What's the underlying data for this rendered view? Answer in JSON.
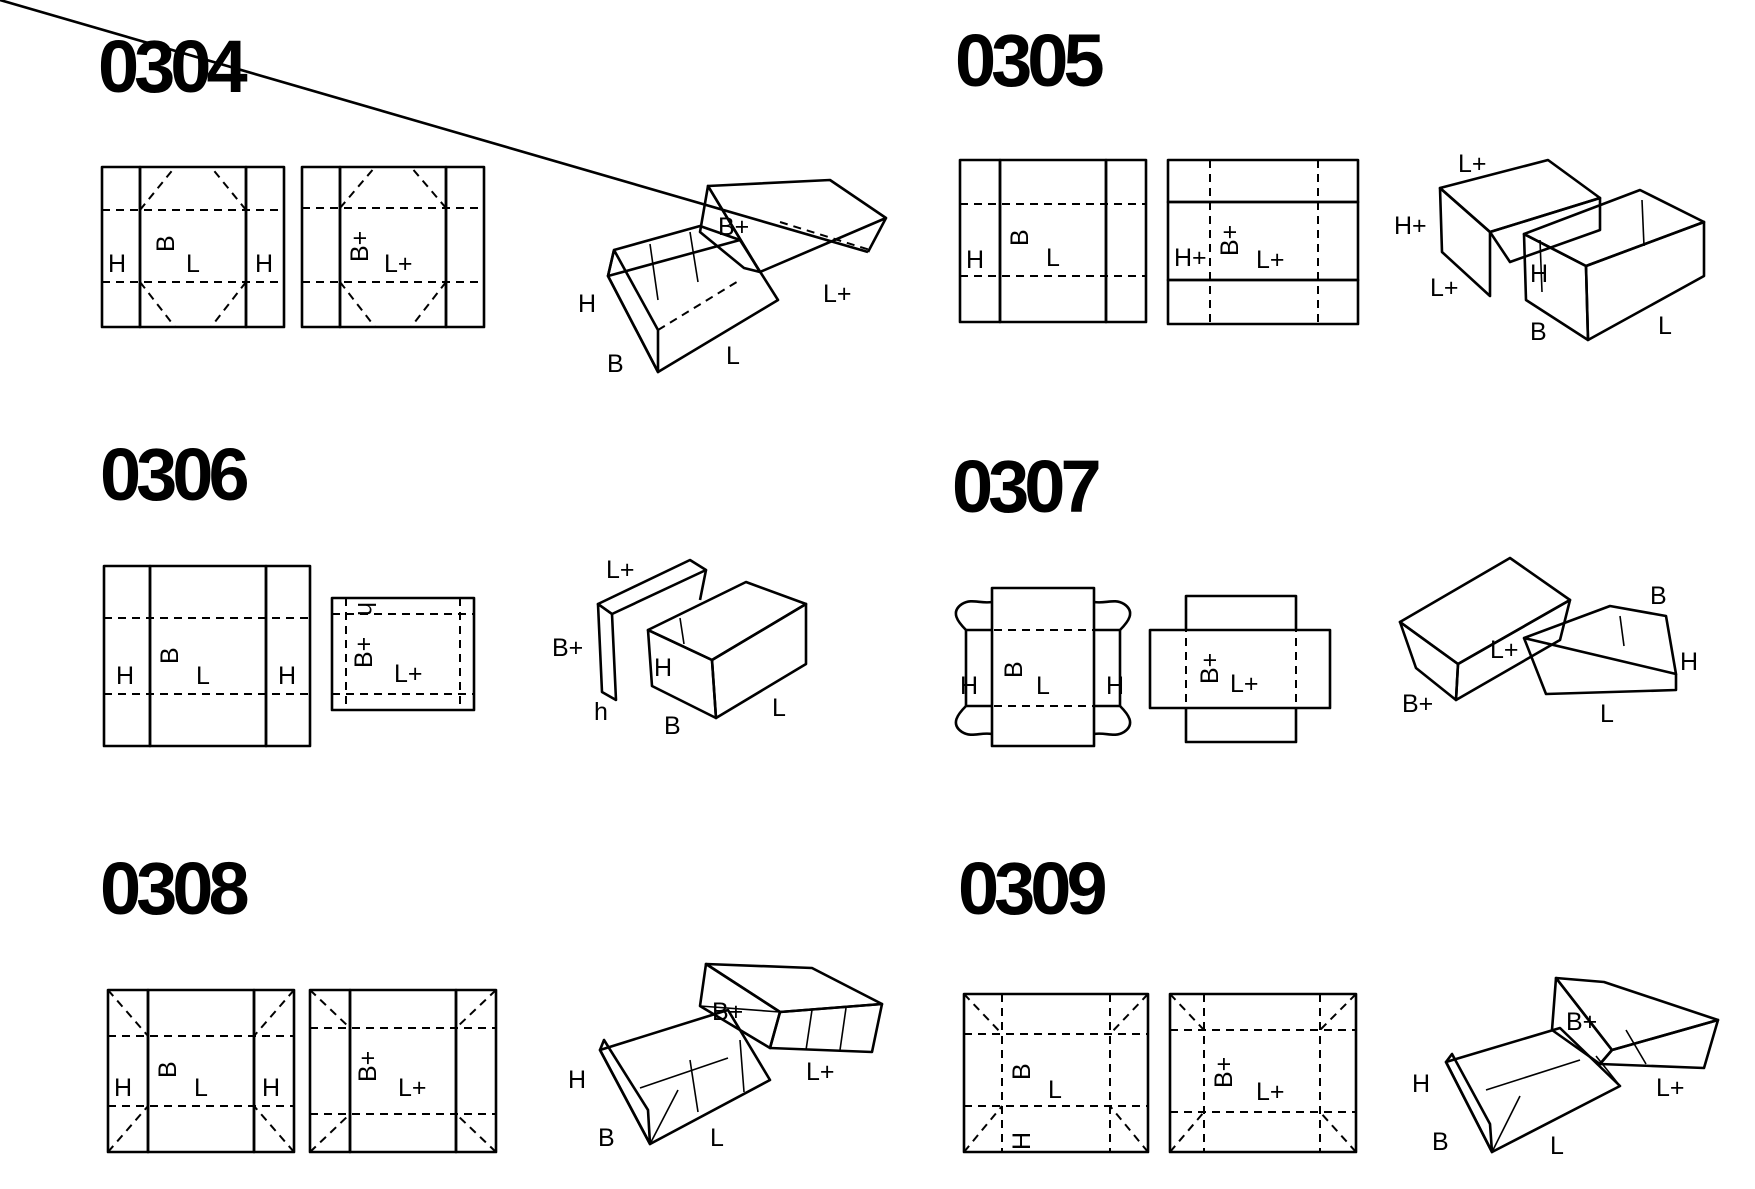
{
  "styles": [
    {
      "code": "0304",
      "base_labels": [
        "H",
        "B",
        "L",
        "H"
      ],
      "lid_labels": [
        "B+",
        "L+"
      ],
      "view_labels": [
        "B+",
        "L+",
        "H",
        "B",
        "L"
      ]
    },
    {
      "code": "0305",
      "base_labels": [
        "H",
        "B",
        "L"
      ],
      "lid_labels": [
        "H+",
        "B+",
        "L+"
      ],
      "view_labels": [
        "L+",
        "H+",
        "L+",
        "H",
        "B",
        "L"
      ]
    },
    {
      "code": "0306",
      "base_labels": [
        "H",
        "B",
        "L",
        "H"
      ],
      "lid_labels": [
        "h",
        "B+",
        "L+"
      ],
      "view_labels": [
        "L+",
        "B+",
        "h",
        "H",
        "B",
        "L"
      ]
    },
    {
      "code": "0307",
      "base_labels": [
        "H",
        "B",
        "L",
        "H"
      ],
      "lid_labels": [
        "B+",
        "L+"
      ],
      "view_labels": [
        "B",
        "H",
        "L+",
        "B+",
        "L"
      ]
    },
    {
      "code": "0308",
      "base_labels": [
        "H",
        "B",
        "L",
        "H"
      ],
      "lid_labels": [
        "B+",
        "L+"
      ],
      "view_labels": [
        "B+",
        "L+",
        "H",
        "B",
        "L"
      ]
    },
    {
      "code": "0309",
      "base_labels": [
        "B",
        "L",
        "H"
      ],
      "lid_labels": [
        "B+",
        "L+"
      ],
      "view_labels": [
        "B+",
        "H",
        "L+",
        "B",
        "L"
      ]
    }
  ]
}
